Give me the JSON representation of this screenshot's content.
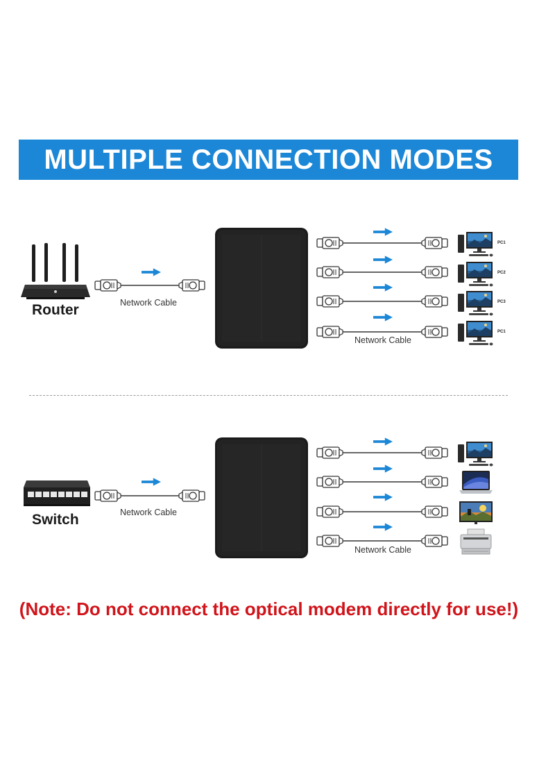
{
  "banner": {
    "title": "MULTIPLE CONNECTION MODES"
  },
  "colors": {
    "banner": "#1b87d6",
    "arrow": "#1b87d6",
    "note": "#d0141b",
    "box": "#1b1b1b"
  },
  "mode_router": {
    "source_label": "Router",
    "source_icon": "router-icon",
    "input_cable_label": "Network Cable",
    "output_cable_label": "Network Cable",
    "outputs": [
      {
        "label": "PC1",
        "icon": "desktop-pc-icon"
      },
      {
        "label": "PC2",
        "icon": "desktop-pc-icon"
      },
      {
        "label": "PC3",
        "icon": "desktop-pc-icon"
      },
      {
        "label": "PC1",
        "icon": "desktop-pc-icon"
      }
    ]
  },
  "mode_switch": {
    "source_label": "Switch",
    "source_icon": "network-switch-icon",
    "input_cable_label": "Network Cable",
    "output_cable_label": "Network Cable",
    "outputs": [
      {
        "icon": "desktop-pc-icon"
      },
      {
        "icon": "laptop-icon"
      },
      {
        "icon": "tv-icon"
      },
      {
        "icon": "printer-icon"
      }
    ]
  },
  "note": "(Note: Do not connect the optical modem directly for use!)"
}
